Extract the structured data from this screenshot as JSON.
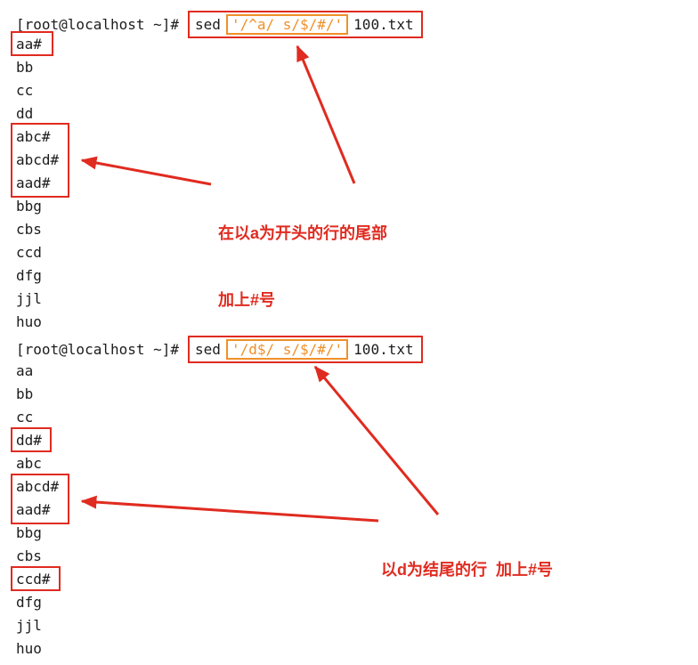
{
  "colors": {
    "red": "#e02b20",
    "orange": "#ef9029",
    "text": "#1c1c1c"
  },
  "terminal": {
    "command1": {
      "prompt": "[root@localhost ~]#",
      "name": "sed",
      "pattern": "'/^a/ s/$/#/'",
      "file": "100.txt"
    },
    "output1": [
      "aa#",
      "bb",
      "cc",
      "dd",
      "abc#",
      "abcd#",
      "aad#",
      "bbg",
      "cbs",
      "ccd",
      "dfg",
      "jjl",
      "huo"
    ],
    "command2": {
      "prompt": "[root@localhost ~]#",
      "name": "sed",
      "pattern": "'/d$/ s/$/#/'",
      "file": "100.txt"
    },
    "output2": [
      "aa",
      "bb",
      "cc",
      "dd#",
      "abc",
      "abcd#",
      "aad#",
      "bbg",
      "cbs",
      "ccd#",
      "dfg",
      "jjl",
      "huo"
    ]
  },
  "annotations": {
    "note1_line1": "在以a为开头的行的尾部",
    "note1_line2": "加上#号",
    "note2": "以d为结尾的行  加上#号"
  }
}
